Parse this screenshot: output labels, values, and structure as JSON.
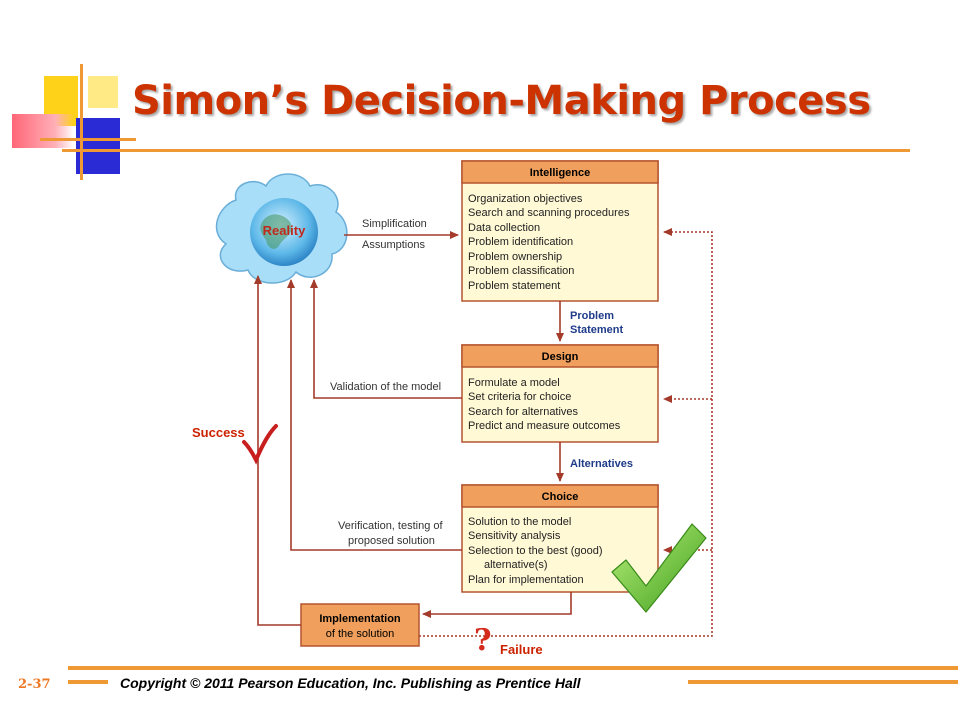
{
  "slide": {
    "title": "Simon’s Decision-Making Process",
    "page_number": "2-37",
    "copyright": "Copyright © 2011 Pearson Education, Inc. Publishing as Prentice Hall"
  },
  "diagram": {
    "reality_label": "Reality",
    "boxes": [
      {
        "title": "Intelligence",
        "items": [
          "Organization objectives",
          "Search and scanning procedures",
          "Data collection",
          "Problem identification",
          "Problem ownership",
          "Problem classification",
          "Problem statement"
        ]
      },
      {
        "title": "Design",
        "items": [
          "Formulate a model",
          "Set criteria for choice",
          "Search for alternatives",
          "Predict and measure outcomes"
        ]
      },
      {
        "title": "Choice",
        "items": [
          "Solution to the model",
          "Sensitivity analysis",
          "Selection to the best (good)",
          "alternative(s)",
          "Plan for implementation"
        ]
      }
    ],
    "implementation": [
      "Implementation",
      "of the solution"
    ],
    "flow_labels": {
      "simplification": "Simplification",
      "assumptions": "Assumptions",
      "problem_statement_1": "Problem",
      "problem_statement_2": "Statement",
      "alternatives": "Alternatives",
      "validation": "Validation of the model",
      "verification_1": "Verification, testing of",
      "verification_2": "proposed solution",
      "success": "Success",
      "failure": "Failure",
      "question_mark": "?"
    }
  }
}
